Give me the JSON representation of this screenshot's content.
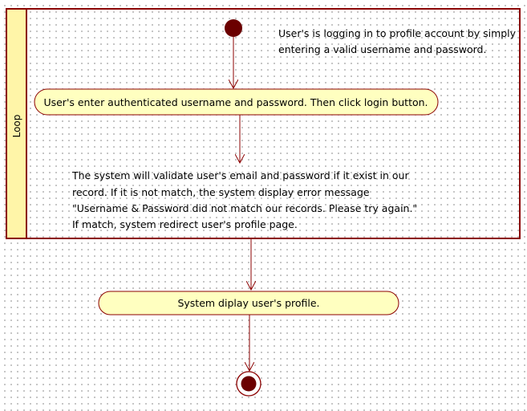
{
  "diagram": {
    "loop_label": "Loop",
    "start_note": [
      "User's is logging in to profile account by simply",
      "entering a valid username and password."
    ],
    "activity_enter": "User's enter authenticated username and password. Then click login button.",
    "validation_note": [
      "The system will validate user's email and password if it exist in our",
      " record. If it is not match, the system display error message",
      "\"Username & Password did not match our records. Please try again.\"",
      "If match, system redirect user's profile page."
    ],
    "activity_display": "System diplay user's profile."
  },
  "colors": {
    "border": "#8b0000",
    "frame_tab": "#fff5a8",
    "activity_fill": "#ffffc0",
    "node_fill": "#6b0000"
  }
}
